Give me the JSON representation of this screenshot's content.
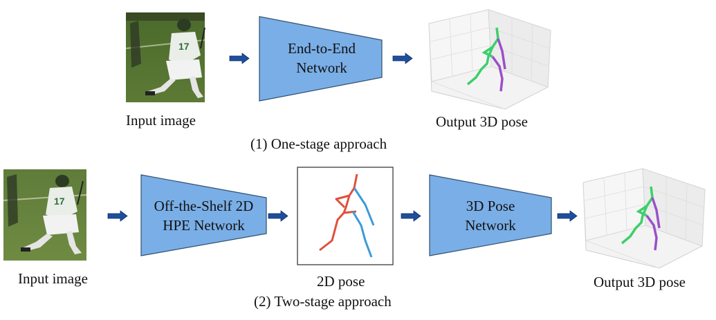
{
  "stage_one": {
    "input_caption": "Input image",
    "network_label_line1": "End-to-End",
    "network_label_line2": "Network",
    "output_caption": "Output 3D pose",
    "approach_caption": "(1) One-stage approach"
  },
  "stage_two": {
    "input_caption": "Input image",
    "hpe_label_line1": "Off-the-Shelf 2D",
    "hpe_label_line2": "HPE Network",
    "pose2d_caption": "2D pose",
    "pose3d_label_line1": "3D Pose",
    "pose3d_label_line2": "Network",
    "output_caption": "Output 3D pose",
    "approach_caption": "(2) Two-stage approach"
  },
  "colors": {
    "network_fill": "#7aaee6",
    "network_stroke": "#2f4f6f",
    "arrow": "#1f4e9c",
    "pose2d_red": "#e0503c",
    "pose2d_blue": "#3a9ad9",
    "pose3d_green": "#3ccf6a",
    "pose3d_purple": "#9b4fc9"
  }
}
